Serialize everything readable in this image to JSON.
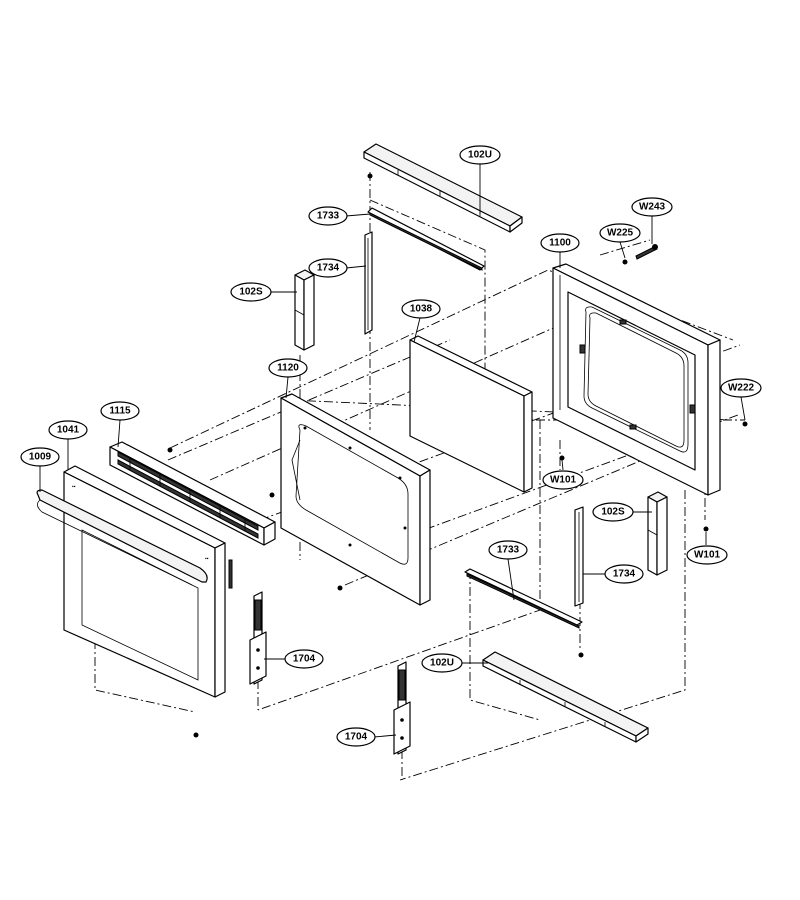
{
  "labels": {
    "l_102U_top": "102U",
    "l_1733_top": "1733",
    "l_1734_top": "1734",
    "l_102S_left": "102S",
    "l_1038": "1038",
    "l_1100": "1100",
    "l_W225": "W225",
    "l_W243": "W243",
    "l_W222": "W222",
    "l_1120": "1120",
    "l_1115": "1115",
    "l_1041": "1041",
    "l_1009": "1009",
    "l_W101_a": "W101",
    "l_102S_right": "102S",
    "l_W101_b": "W101",
    "l_1733_bottom": "1733",
    "l_1734_bottom": "1734",
    "l_1704_a": "1704",
    "l_102U_bottom": "102U",
    "l_1704_b": "1704"
  }
}
